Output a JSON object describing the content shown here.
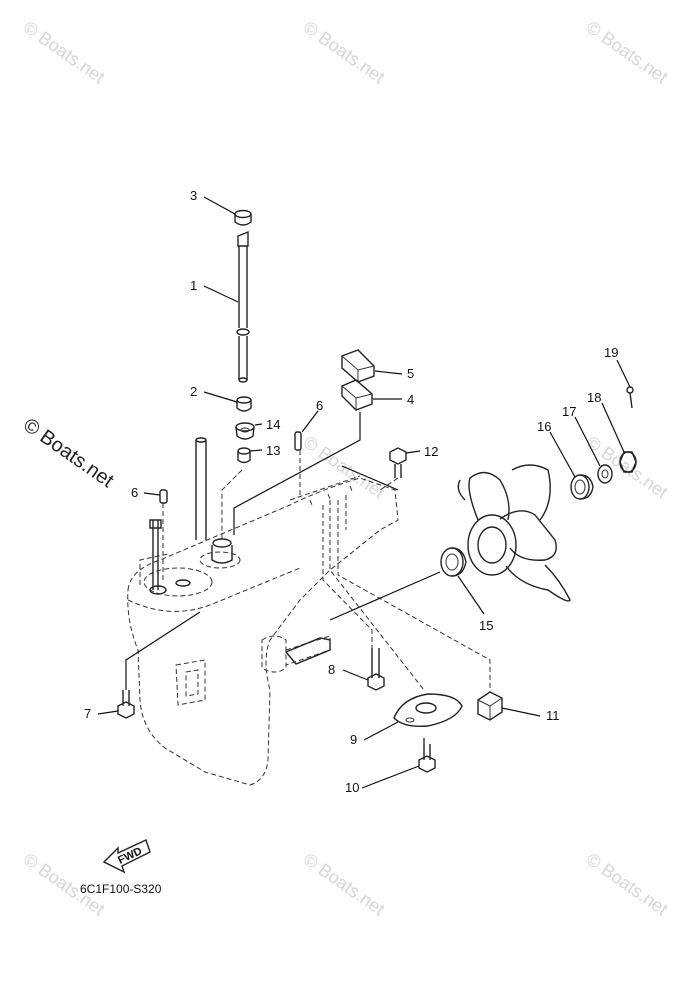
{
  "watermark": "© Boats.net",
  "side_watermark": "© Boats.net",
  "diagram_code": "6C1F100-S320",
  "fwd_label": "FWD",
  "callouts": [
    {
      "num": "1"
    },
    {
      "num": "2"
    },
    {
      "num": "3"
    },
    {
      "num": "4"
    },
    {
      "num": "5"
    },
    {
      "num": "6"
    },
    {
      "num": "6"
    },
    {
      "num": "7"
    },
    {
      "num": "8"
    },
    {
      "num": "9"
    },
    {
      "num": "10"
    },
    {
      "num": "11"
    },
    {
      "num": "12"
    },
    {
      "num": "13"
    },
    {
      "num": "14"
    },
    {
      "num": "15"
    },
    {
      "num": "16"
    },
    {
      "num": "17"
    },
    {
      "num": "18"
    },
    {
      "num": "19"
    }
  ]
}
